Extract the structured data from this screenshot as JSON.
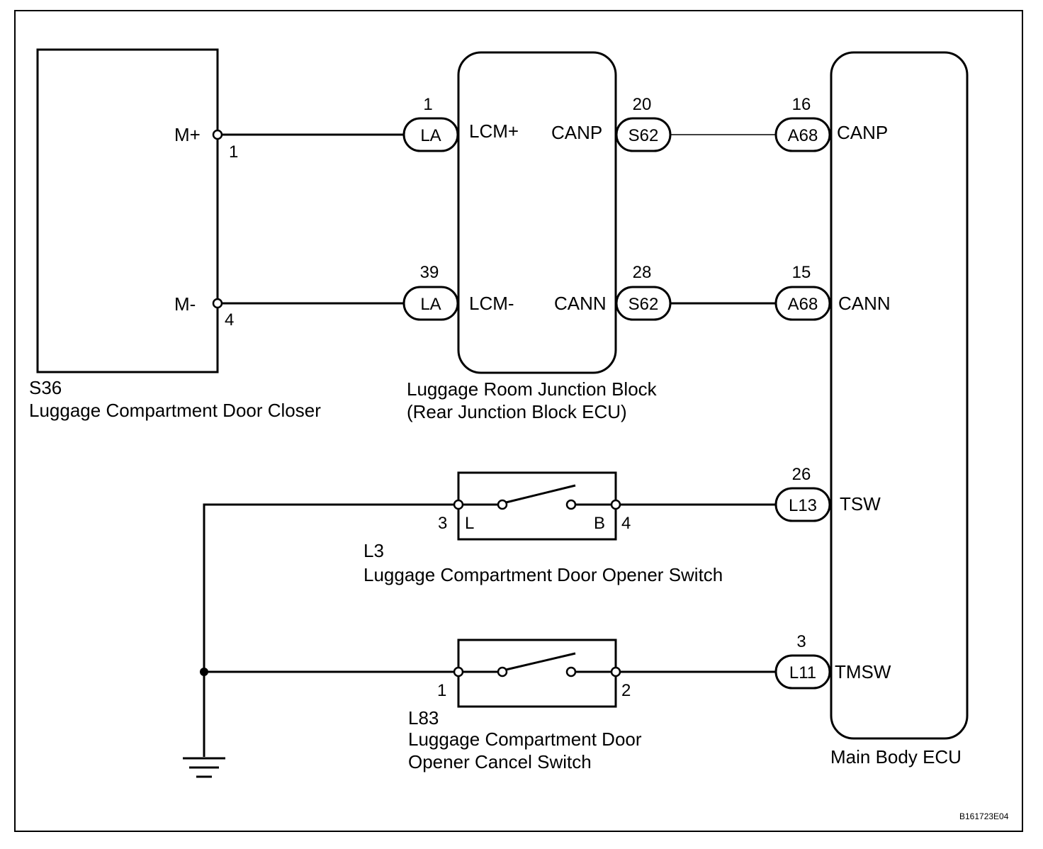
{
  "drawing_code": "B161723E04",
  "components": {
    "door_closer": {
      "code": "S36",
      "name": "Luggage Compartment Door Closer",
      "term_plus": "M+",
      "term_minus": "M-",
      "pin_plus": "1",
      "pin_minus": "4"
    },
    "junction_block": {
      "name_line1": "Luggage Room Junction Block",
      "name_line2": "(Rear Junction Block ECU)",
      "t_lcm_plus": "LCM+",
      "t_lcm_minus": "LCM-",
      "t_canp": "CANP",
      "t_cann": "CANN"
    },
    "main_ecu": {
      "name": "Main Body ECU",
      "t_canp": "CANP",
      "t_cann": "CANN",
      "t_tsw": "TSW",
      "t_tmsw": "TMSW"
    },
    "opener_switch": {
      "code": "L3",
      "name": "Luggage Compartment Door Opener Switch",
      "pin_left": "3",
      "pin_right": "4",
      "term_left": "L",
      "term_right": "B"
    },
    "cancel_switch": {
      "code": "L83",
      "name_line1": "Luggage Compartment Door",
      "name_line2": "Opener Cancel Switch",
      "pin_left": "1",
      "pin_right": "2"
    }
  },
  "connectors": [
    {
      "id": "LA",
      "pin": "1"
    },
    {
      "id": "LA",
      "pin": "39"
    },
    {
      "id": "S62",
      "pin": "20"
    },
    {
      "id": "S62",
      "pin": "28"
    },
    {
      "id": "A68",
      "pin": "16"
    },
    {
      "id": "A68",
      "pin": "15"
    },
    {
      "id": "L13",
      "pin": "26"
    },
    {
      "id": "L11",
      "pin": "3"
    }
  ]
}
